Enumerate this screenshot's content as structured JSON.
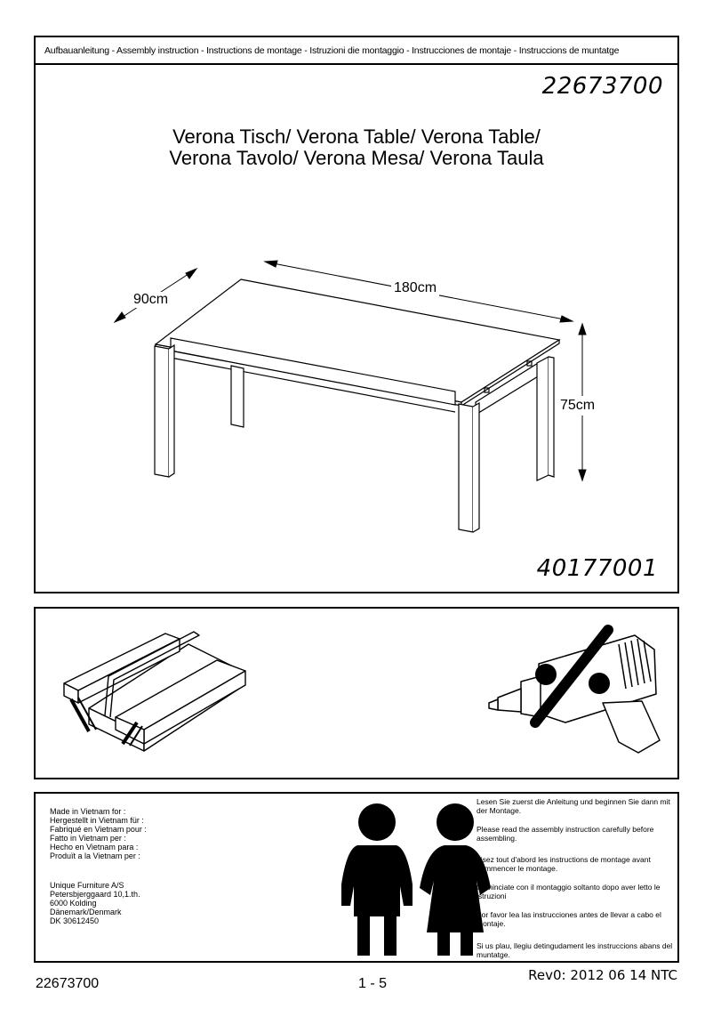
{
  "header": {
    "strip": "Aufbauanleitung - Assembly instruction - Instructions de montage - Istruzioni die montaggio - Instrucciones de montaje - Instruccions de muntatge",
    "product_code": "22673700",
    "title_line1": "Verona Tisch/ Verona Table/ Verona Table/",
    "title_line2": "Verona Tavolo/ Verona Mesa/ Verona Taula",
    "dim_width": "180cm",
    "dim_depth": "90cm",
    "dim_height": "75cm",
    "article_code": "40177001"
  },
  "tools": {
    "allowed": "toolbox-icon",
    "forbidden": "power-drill-crossed-icon"
  },
  "info": {
    "made_in": "Made in Vietnam for :\nHergestellt in Vietnam für :\nFabriqué en Vietnam pour :\nFatto in Vietnam per :\nHecho en Vietnam para :\nProduït a la Vietnam per :",
    "company": "Unique Furniture A/S\nPetersbjerggaard 10,1.th.\n6000 Kolding\nDänemark/Denmark\nDK 30612450",
    "notes": [
      "Lesen Sie zuerst die Anleitung und beginnen Sie dann mit der Montage.",
      "Please read the assembly instruction carefully before assembling.",
      "Lisez tout d'abord les instructions de montage avant commencer le montage.",
      "Cominciate con il montaggio soltanto dopo aver letto le istruzioni",
      "Por favor lea las instrucciones antes de llevar a cabo el montaje.",
      "Si us plau, llegiu detingudament les instruccions abans del muntatge."
    ]
  },
  "footer": {
    "code": "22673700",
    "page": "1 - 5",
    "revision": "Rev0: 2012 06 14 NTC"
  }
}
